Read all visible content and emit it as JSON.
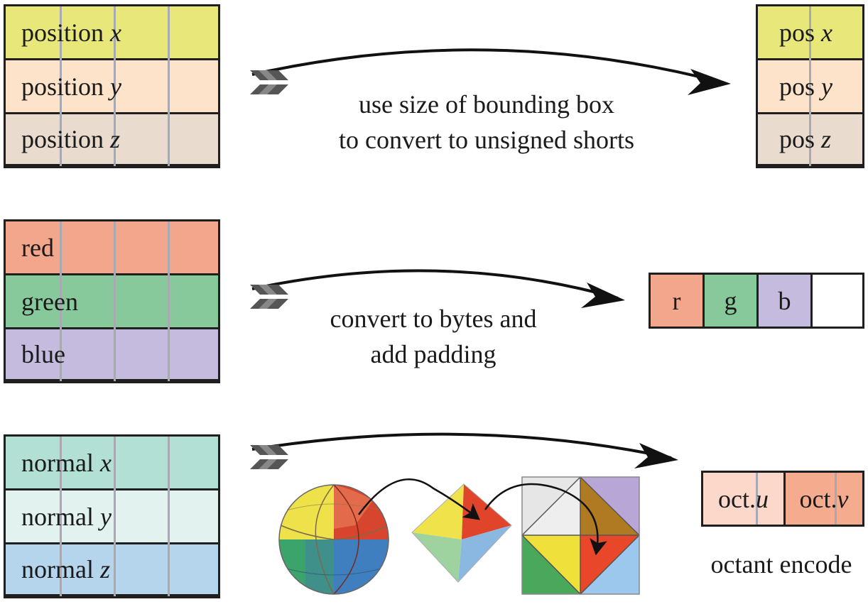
{
  "colors": {
    "pos_x": "#e8e87a",
    "pos_y": "#fde3ca",
    "pos_z": "#e9dccf",
    "red": "#f2a68b",
    "green": "#87c99a",
    "blue": "#c4bbdf",
    "normal_x": "#b2e0d4",
    "normal_y": "#e2f2ef",
    "normal_z": "#b5d5ed",
    "oct_u": "#fcd8ca",
    "oct_v": "#f4ab8e",
    "outline": "#1f1f1f",
    "tick": "#a9a9b2"
  },
  "positions": {
    "source": [
      {
        "word": "position",
        "axis": "x"
      },
      {
        "word": "position",
        "axis": "y"
      },
      {
        "word": "position",
        "axis": "z"
      }
    ],
    "target": [
      {
        "word": "pos",
        "axis": "x"
      },
      {
        "word": "pos",
        "axis": "y"
      },
      {
        "word": "pos",
        "axis": "z"
      }
    ],
    "caption_line1": "use size of bounding box",
    "caption_line2": "to convert to unsigned shorts"
  },
  "colors_section": {
    "source": [
      "red",
      "green",
      "blue"
    ],
    "target": [
      "r",
      "g",
      "b"
    ],
    "caption_line1": "convert to bytes and",
    "caption_line2": "add padding"
  },
  "normals": {
    "source": [
      {
        "word": "normal",
        "axis": "x"
      },
      {
        "word": "normal",
        "axis": "y"
      },
      {
        "word": "normal",
        "axis": "z"
      }
    ],
    "target": [
      {
        "word": "oct.",
        "axis": "u"
      },
      {
        "word": "oct.",
        "axis": "v"
      }
    ],
    "caption": "octant encode"
  },
  "icons": [
    "fletched-arrow-icon",
    "octahedral-sphere-icon",
    "octahedron-icon",
    "unfolded-octahedron-square-icon"
  ]
}
